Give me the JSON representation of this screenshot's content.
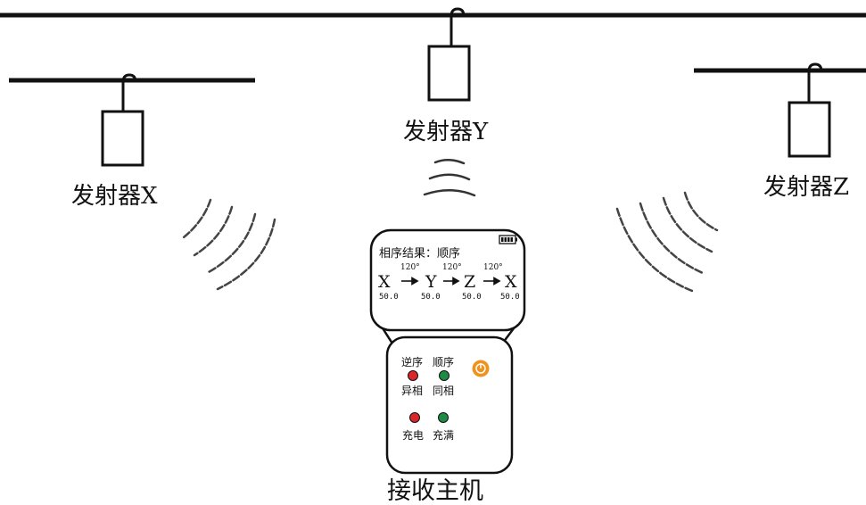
{
  "transmitters": {
    "x": {
      "label": "发射器X"
    },
    "y": {
      "label": "发射器Y"
    },
    "z": {
      "label": "发射器Z"
    }
  },
  "receiver": {
    "label": "接收主机",
    "screen": {
      "result_label": "相序结果：顺序",
      "phases": [
        "X",
        "Y",
        "Z",
        "X"
      ],
      "angles": [
        "120°",
        "120°",
        "120°"
      ],
      "values": [
        "50.0",
        "50.0",
        "50.0",
        "50.0"
      ]
    },
    "indicators": {
      "reverse": "逆序",
      "forward": "顺序",
      "diff_phase": "异相",
      "same_phase": "同相",
      "charging": "充电",
      "full": "充满"
    }
  },
  "colors": {
    "red_led": "#d8262b",
    "green_led": "#1f8a45",
    "power_button": "#f0921e"
  },
  "icons": {
    "battery": "battery-icon",
    "power": "power-icon"
  }
}
